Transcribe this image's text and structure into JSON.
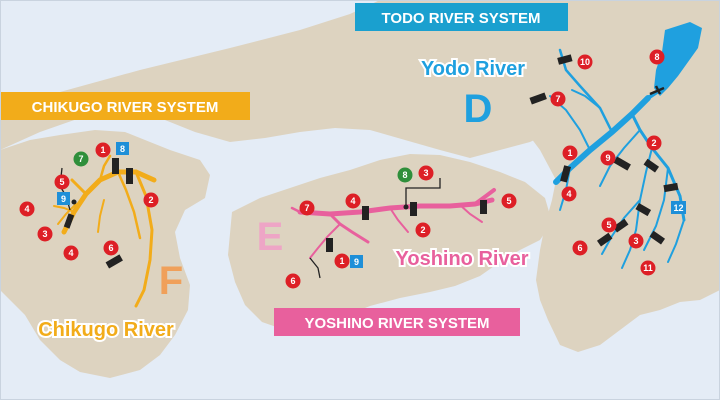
{
  "colors": {
    "sea": "#e4ecf6",
    "land": "#ddd3c0",
    "yodo": "#1fa0df",
    "yoshino": "#e8609d",
    "chikugo": "#f2ac1a",
    "marker_red": "#dd1f26",
    "marker_green": "#2f8f3b",
    "marker_blue": "#1e8fd8",
    "dam": "#222222"
  },
  "banners": {
    "yodo": "TODO RIVER SYSTEM",
    "chikugo": "CHIKUGO RIVER SYSTEM",
    "yoshino": "YOSHINO RIVER SYSTEM"
  },
  "rivers": {
    "yodo": "Yodo River",
    "yoshino": "Yoshino River",
    "chikugo": "Chikugo River"
  },
  "region_letters": {
    "yodo": "D",
    "yoshino": "E",
    "chikugo": "F"
  },
  "markers": {
    "yodo_red": [
      "10",
      "8",
      "7",
      "1",
      "2",
      "9",
      "4",
      "5",
      "6",
      "3",
      "11"
    ],
    "yodo_blue": [
      "12"
    ],
    "yoshino_red": [
      "3",
      "5",
      "7",
      "4",
      "2",
      "1",
      "6"
    ],
    "yoshino_green": [
      "8"
    ],
    "yoshino_blue": [
      "9"
    ],
    "chikugo_red": [
      "1",
      "5",
      "2",
      "4",
      "3",
      "4",
      "6"
    ],
    "chikugo_green": [
      "7"
    ],
    "chikugo_blue": [
      "8",
      "9"
    ]
  }
}
